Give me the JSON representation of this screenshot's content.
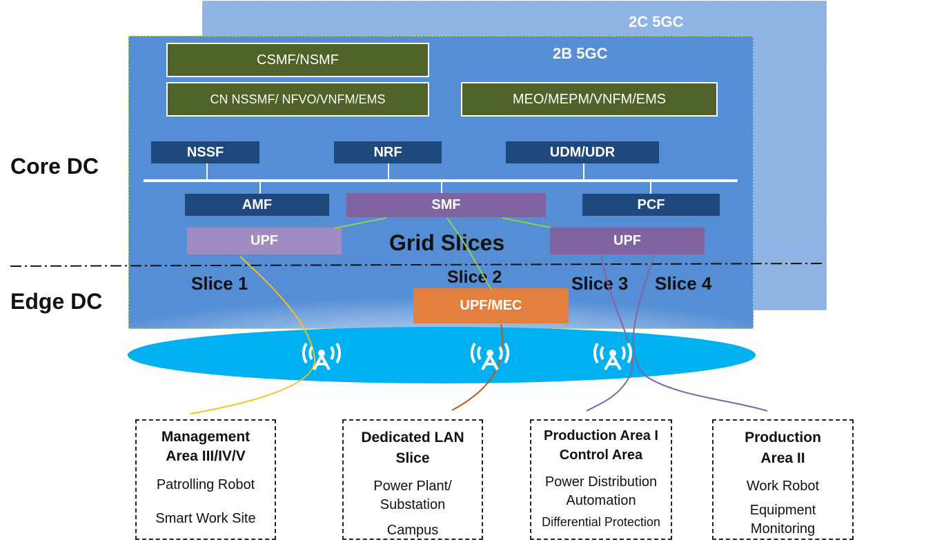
{
  "panels": {
    "outer_title": "2C 5GC",
    "inner_title": "2B 5GC"
  },
  "management": {
    "csmf": "CSMF/NSMF",
    "cn_nssmf": "CN NSSMF/ NFVO/VNFM/EMS",
    "meo": "MEO/MEPM/VNFM/EMS"
  },
  "core_functions": {
    "nssf": "NSSF",
    "nrf": "NRF",
    "udm": "UDM/UDR",
    "amf": "AMF",
    "smf": "SMF",
    "pcf": "PCF",
    "upf_left": "UPF",
    "upf_right": "UPF",
    "upf_mec": "UPF/MEC"
  },
  "labels": {
    "core_dc": "Core DC",
    "edge_dc": "Edge DC",
    "grid_slices": "Grid Slices",
    "slice1": "Slice 1",
    "slice2": "Slice 2",
    "slice3": "Slice 3",
    "slice4": "Slice 4"
  },
  "icons": [
    "antenna-tower-icon",
    "antenna-tower-icon",
    "antenna-tower-icon"
  ],
  "colors": {
    "slice1": "#f2c21b",
    "slice2_upper": "#8fd14f",
    "slice2_lower": "#c55a11",
    "slice3_4": "#8064a2",
    "radio": "#00b0f0"
  },
  "areas": [
    {
      "title_line1": "Management",
      "title_line2": "Area III/IV/V",
      "item1": "Patrolling Robot",
      "item2": "",
      "item3": "Smart Work Site"
    },
    {
      "title_line1": "Dedicated LAN",
      "title_line2": "Slice",
      "item1": "Power Plant/",
      "item2": "Substation",
      "item3": "Campus"
    },
    {
      "title_line1": "Production Area I",
      "title_line2": "Control Area",
      "item1": "Power Distribution",
      "item2": "Automation",
      "item3": "Differential Protection"
    },
    {
      "title_line1": "Production",
      "title_line2": "Area II",
      "item1": "Work Robot",
      "item2": "Equipment",
      "item3": "Monitoring"
    }
  ]
}
